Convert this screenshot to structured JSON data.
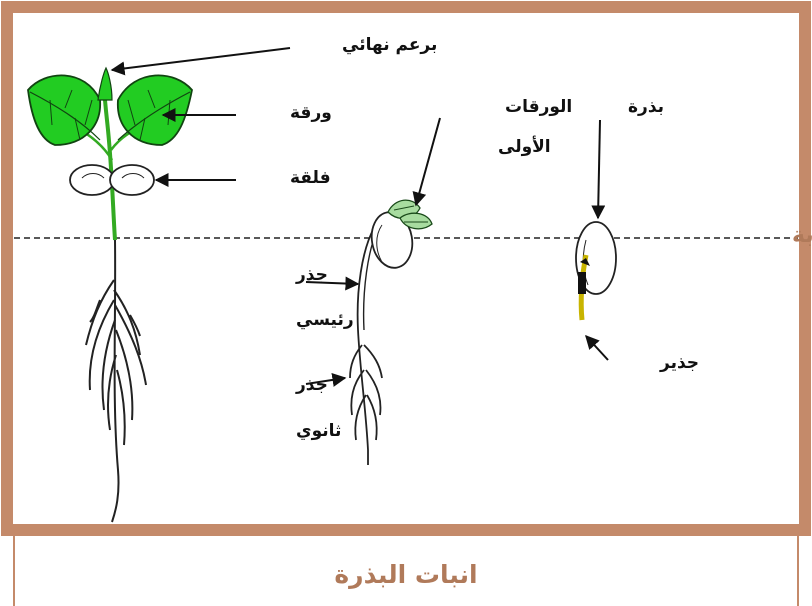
{
  "caption": "انبات البذرة",
  "soil_label": "سطح التربة",
  "stage1": {
    "terminal_bud": "برعم نهائي",
    "leaf": "ورقة",
    "cotyledon": "فلقة",
    "main_root_1": "جذر",
    "main_root_2": "رئيسي",
    "secondary_root_1": "جذر",
    "secondary_root_2": "ثانوي"
  },
  "stage2": {
    "first_leaves_1": "الورقات",
    "first_leaves_2": "الأولى"
  },
  "stage3": {
    "seed": "بذرة",
    "radicle": "جذير"
  },
  "colors": {
    "frame": "#c48a6a",
    "leaf_green": "#22cc22",
    "stem_green": "#33aa22",
    "soil_text": "#b07a5a"
  }
}
